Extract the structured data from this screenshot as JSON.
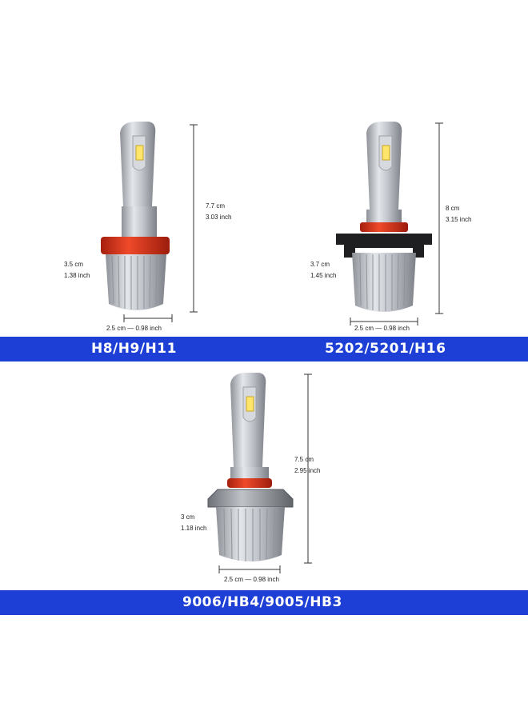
{
  "products": [
    {
      "model": "H8/H9/H11",
      "height": {
        "cm": "7.7 cm",
        "inch": "3.03 inch"
      },
      "base_height": {
        "cm": "3.5 cm",
        "inch": "1.38 inch"
      },
      "width": "2.5 cm — 0.98 inch",
      "ring_color": "#d8321b"
    },
    {
      "model": "5202/5201/H16",
      "height": {
        "cm": "8 cm",
        "inch": "3.15 inch"
      },
      "base_height": {
        "cm": "3.7 cm",
        "inch": "1.45 inch"
      },
      "width": "2.5 cm — 0.98 inch",
      "ring_color": "#d8321b"
    },
    {
      "model": "9006/HB4/9005/HB3",
      "height": {
        "cm": "7.5 cm",
        "inch": "2.95 inch"
      },
      "base_height": {
        "cm": "3 cm",
        "inch": "1.18 inch"
      },
      "width": "2.5 cm — 0.98 inch",
      "ring_color": "#d8321b"
    }
  ],
  "colors": {
    "band": "#1d3fd6",
    "band_text": "#ffffff",
    "body": "#b9bdc3",
    "led": "#ffe66b"
  },
  "icons": [
    "led-bulb-image",
    "dimension-line-icon"
  ]
}
